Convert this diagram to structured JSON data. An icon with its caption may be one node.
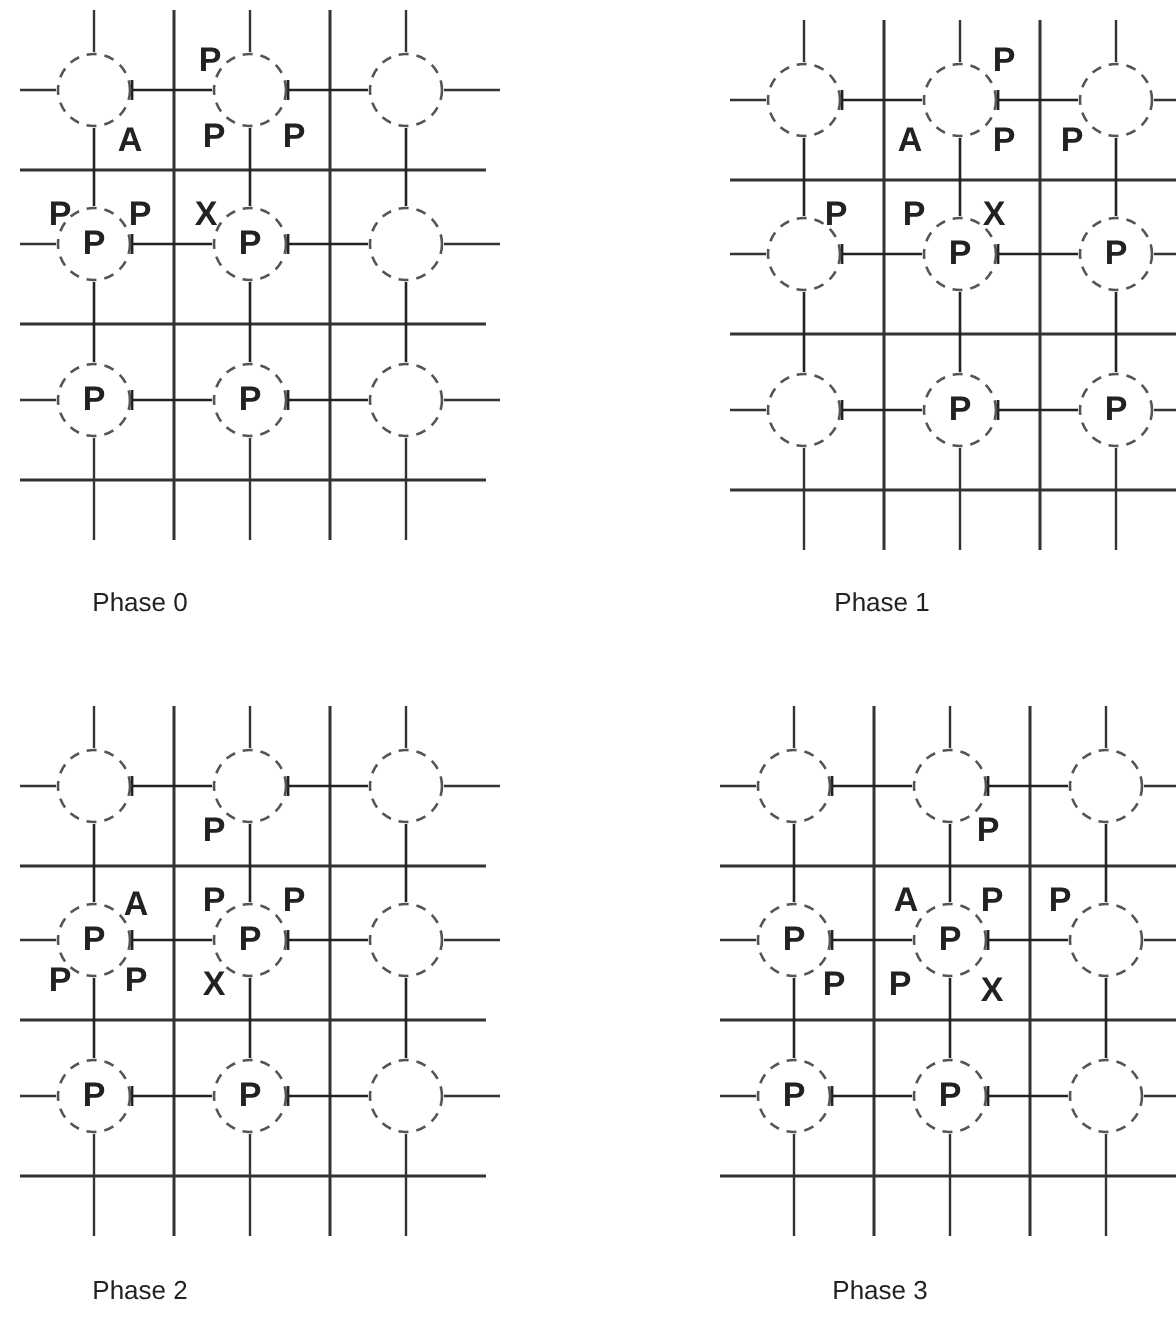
{
  "diagram": {
    "nodes": [
      {
        "text": [],
        "shape": "circle"
      },
      {
        "text": [],
        "shape": "circle"
      },
      {
        "text": [],
        "shape": "circle"
      },
      {
        "text": [
          "P"
        ]
      },
      {
        "text": [
          "P"
        ]
      },
      {
        "text": [],
        "shape": "circle"
      },
      {
        "text": [
          "P"
        ]
      },
      {
        "text": [
          "P"
        ]
      },
      {
        "text": [],
        "shape": "circle"
      },
      {
        "text": [],
        "shape": "circle"
      },
      {
        "text": [],
        "shape": "circle"
      },
      {
        "text": [],
        "shape": "circle"
      },
      {
        "text": [],
        "shape": "circle"
      },
      {
        "text": [
          "P"
        ]
      },
      {
        "text": [
          "P"
        ]
      },
      {
        "text": [],
        "shape": "circle"
      },
      {
        "text": [
          "P"
        ]
      },
      {
        "text": [
          "P"
        ]
      },
      {
        "text": [],
        "shape": "circle"
      },
      {
        "text": [],
        "shape": "circle"
      },
      {
        "text": [],
        "shape": "circle"
      },
      {
        "text": [
          "P"
        ]
      },
      {
        "text": [
          "P"
        ]
      },
      {
        "text": [],
        "shape": "circle"
      },
      {
        "text": [
          "P"
        ]
      },
      {
        "text": [
          "P"
        ]
      },
      {
        "text": [],
        "shape": "circle"
      },
      {
        "text": [],
        "shape": "circle"
      },
      {
        "text": [],
        "shape": "circle"
      },
      {
        "text": [],
        "shape": "circle"
      },
      {
        "text": [
          "P"
        ]
      },
      {
        "text": [
          "P"
        ]
      },
      {
        "text": [],
        "shape": "circle"
      },
      {
        "text": [
          "P"
        ]
      },
      {
        "text": [
          "P"
        ]
      },
      {
        "text": [],
        "shape": "circle"
      }
    ],
    "edges": [
      {
        "from": 0,
        "to": 1,
        "arrow": "other"
      },
      {
        "from": 1,
        "to": 2,
        "arrow": "other"
      },
      {
        "from": 3,
        "to": 4,
        "arrow": "other"
      },
      {
        "from": 4,
        "to": 5,
        "arrow": "other"
      },
      {
        "from": 6,
        "to": 7,
        "arrow": "other"
      },
      {
        "from": 7,
        "to": 8,
        "arrow": "other"
      },
      {
        "from": 0,
        "to": 3,
        "arrow": "none"
      },
      {
        "from": 1,
        "to": 4,
        "arrow": "none"
      },
      {
        "from": 2,
        "to": 5,
        "arrow": "none"
      },
      {
        "from": 3,
        "to": 6,
        "arrow": "none"
      },
      {
        "from": 4,
        "to": 7,
        "arrow": "none"
      },
      {
        "from": 5,
        "to": 8,
        "arrow": "none"
      },
      {
        "from": 9,
        "to": 10,
        "arrow": "other"
      },
      {
        "from": 10,
        "to": 11,
        "arrow": "other"
      },
      {
        "from": 12,
        "to": 13,
        "arrow": "other"
      },
      {
        "from": 13,
        "to": 14,
        "arrow": "other"
      },
      {
        "from": 15,
        "to": 16,
        "arrow": "other"
      },
      {
        "from": 16,
        "to": 17,
        "arrow": "other"
      },
      {
        "from": 9,
        "to": 12,
        "arrow": "none"
      },
      {
        "from": 10,
        "to": 13,
        "arrow": "none"
      },
      {
        "from": 11,
        "to": 14,
        "arrow": "none"
      },
      {
        "from": 12,
        "to": 15,
        "arrow": "none"
      },
      {
        "from": 13,
        "to": 16,
        "arrow": "none"
      },
      {
        "from": 14,
        "to": 17,
        "arrow": "none"
      },
      {
        "from": 18,
        "to": 19,
        "arrow": "other"
      },
      {
        "from": 19,
        "to": 20,
        "arrow": "other"
      },
      {
        "from": 21,
        "to": 22,
        "arrow": "other"
      },
      {
        "from": 22,
        "to": 23,
        "arrow": "other"
      },
      {
        "from": 24,
        "to": 25,
        "arrow": "other"
      },
      {
        "from": 25,
        "to": 26,
        "arrow": "other"
      },
      {
        "from": 18,
        "to": 21,
        "arrow": "none"
      },
      {
        "from": 19,
        "to": 22,
        "arrow": "none"
      },
      {
        "from": 20,
        "to": 23,
        "arrow": "none"
      },
      {
        "from": 21,
        "to": 24,
        "arrow": "none"
      },
      {
        "from": 22,
        "to": 25,
        "arrow": "none"
      },
      {
        "from": 23,
        "to": 26,
        "arrow": "none"
      },
      {
        "from": 27,
        "to": 28,
        "arrow": "other"
      },
      {
        "from": 28,
        "to": 29,
        "arrow": "other"
      },
      {
        "from": 30,
        "to": 31,
        "arrow": "other"
      },
      {
        "from": 31,
        "to": 32,
        "arrow": "other"
      },
      {
        "from": 33,
        "to": 34,
        "arrow": "other"
      },
      {
        "from": 34,
        "to": 35,
        "arrow": "other"
      },
      {
        "from": 27,
        "to": 30,
        "arrow": "none"
      },
      {
        "from": 28,
        "to": 31,
        "arrow": "none"
      },
      {
        "from": 29,
        "to": 32,
        "arrow": "none"
      },
      {
        "from": 30,
        "to": 33,
        "arrow": "none"
      },
      {
        "from": 31,
        "to": 34,
        "arrow": "none"
      },
      {
        "from": 32,
        "to": 35,
        "arrow": "none"
      }
    ],
    "labels": [
      "P",
      "A",
      "P",
      "P",
      "P",
      "P",
      "X",
      "Phase 0",
      "P",
      "A",
      "P",
      "P",
      "P",
      "P",
      "X",
      "Phase 1",
      "P",
      "A",
      "P",
      "P",
      "P",
      "P",
      "X",
      "Phase 2",
      "P",
      "A",
      "P",
      "P",
      "P",
      "P",
      "X",
      "Phase 3"
    ]
  }
}
